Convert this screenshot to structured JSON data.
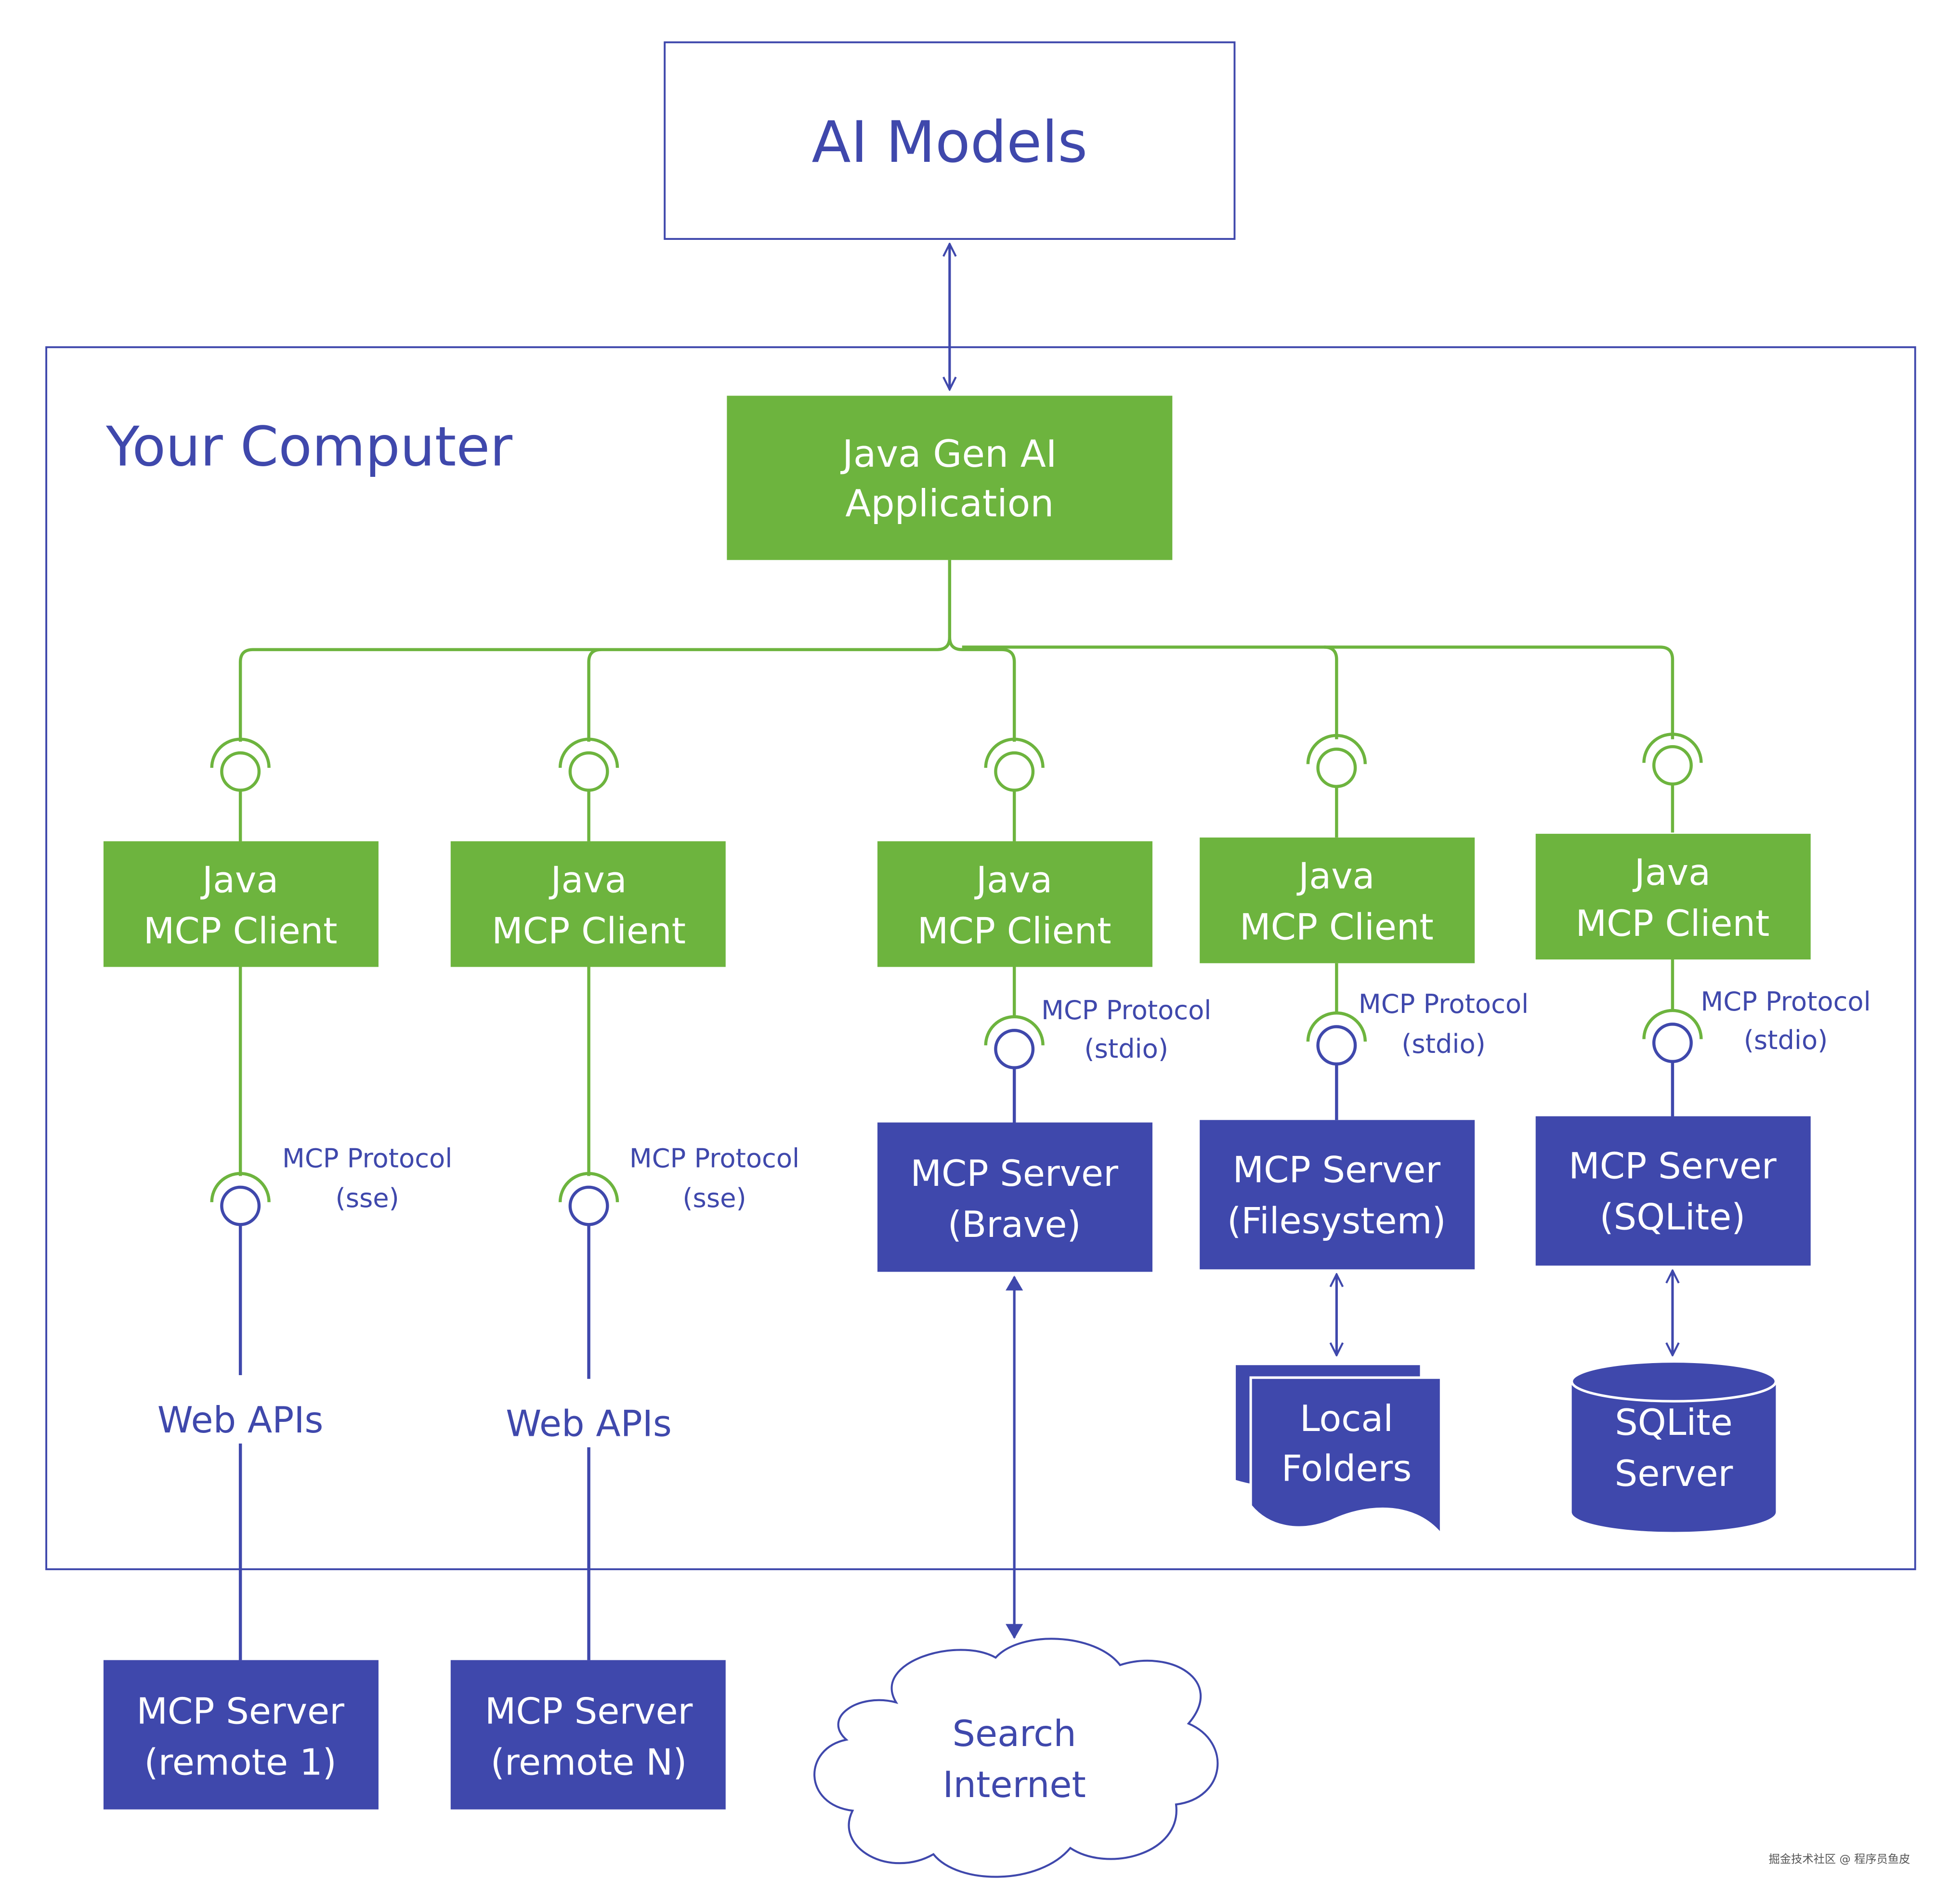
{
  "colors": {
    "blue": "#3f48ac",
    "green": "#6db43e",
    "white": "#ffffff"
  },
  "ai_models": {
    "label": "AI Models"
  },
  "your_computer": {
    "label": "Your Computer"
  },
  "gen_ai_app": {
    "line1": "Java Gen AI",
    "line2": "Application"
  },
  "clients": [
    {
      "line1": "Java",
      "line2": "MCP Client"
    },
    {
      "line1": "Java",
      "line2": "MCP Client"
    },
    {
      "line1": "Java",
      "line2": "MCP Client"
    },
    {
      "line1": "Java",
      "line2": "MCP Client"
    },
    {
      "line1": "Java",
      "line2": "MCP Client"
    }
  ],
  "protocols": [
    {
      "line1": "MCP Protocol",
      "line2": "(sse)"
    },
    {
      "line1": "MCP Protocol",
      "line2": "(sse)"
    },
    {
      "line1": "MCP Protocol",
      "line2": "(stdio)"
    },
    {
      "line1": "MCP Protocol",
      "line2": "(stdio)"
    },
    {
      "line1": "MCP Protocol",
      "line2": "(stdio)"
    }
  ],
  "web_apis": [
    "Web APIs",
    "Web APIs"
  ],
  "local_servers": [
    {
      "line1": "MCP Server",
      "line2": "(Brave)"
    },
    {
      "line1": "MCP Server",
      "line2": "(Filesystem)"
    },
    {
      "line1": "MCP Server",
      "line2": "(SQLite)"
    }
  ],
  "remote_servers": [
    {
      "line1": "MCP Server",
      "line2": "(remote 1)"
    },
    {
      "line1": "MCP Server",
      "line2": "(remote N)"
    }
  ],
  "local_folders": {
    "line1": "Local",
    "line2": "Folders"
  },
  "sqlite_server": {
    "line1": "SQLite",
    "line2": "Server"
  },
  "search_internet": {
    "line1": "Search",
    "line2": "Internet"
  },
  "watermark": "掘金技术社区 @ 程序员鱼皮"
}
